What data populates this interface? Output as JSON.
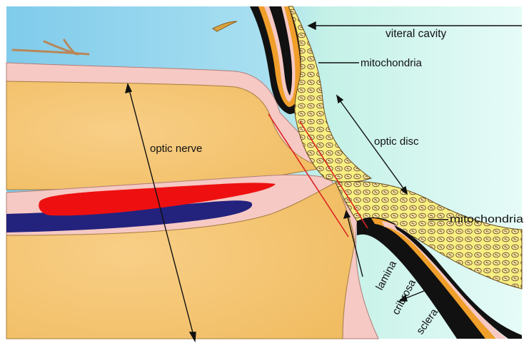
{
  "labels": {
    "vitreal_cavity": "viteral cavity",
    "mitochondria_top": "mitochondria",
    "optic_disc": "optic disc",
    "optic_nerve": "optic nerve",
    "mitochondria_right": "mitochondria",
    "lamina_line1": "lamina",
    "lamina_line2": "cribrosa",
    "sclera": "sclera"
  },
  "colors": {
    "vitreous_blue": "#8fd3ee",
    "vitreous_mint": "#c6f2e6",
    "nerve_orange": "#f6c777",
    "sheath_pink": "#f6c9c4",
    "artery_red": "#ee1010",
    "vein_navy": "#23237e",
    "retina_yellow": "#f8f07a",
    "retina_black": "#111111",
    "retina_orange": "#ef9f2a",
    "lamina_red_line": "#dd2222"
  }
}
